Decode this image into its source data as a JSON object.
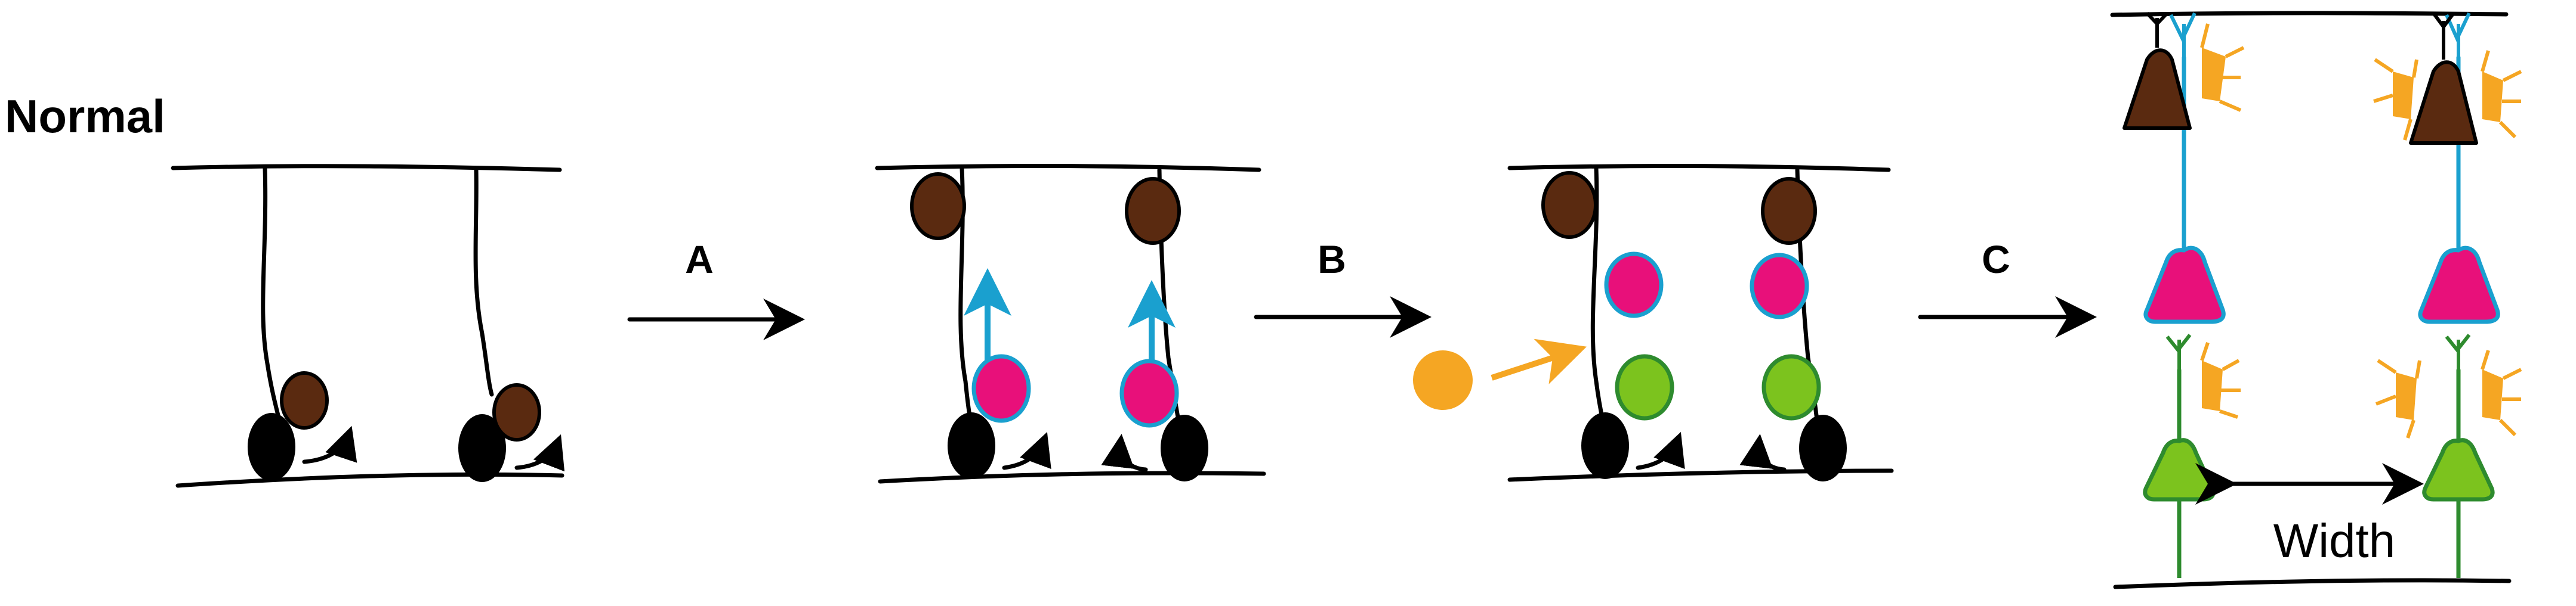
{
  "title": "Normal",
  "steps": {
    "a": "A",
    "b": "B",
    "c": "C"
  },
  "width_label": "Width",
  "colors": {
    "outline": "#000000",
    "radial_glia_body": "#000000",
    "intermediate_progenitor": "#5a2a10",
    "upper_neuron": "#e8107a",
    "lower_neuron": "#7cc31e",
    "interneuron": "#f5a623",
    "migration_arrow": "#1aa0cf",
    "upper_axon": "#1aa0cf",
    "lower_axon": "#2e8b2e"
  },
  "icons": {
    "step_arrow": "right-arrow-icon",
    "width_arrow": "double-headed-arrow-icon"
  }
}
